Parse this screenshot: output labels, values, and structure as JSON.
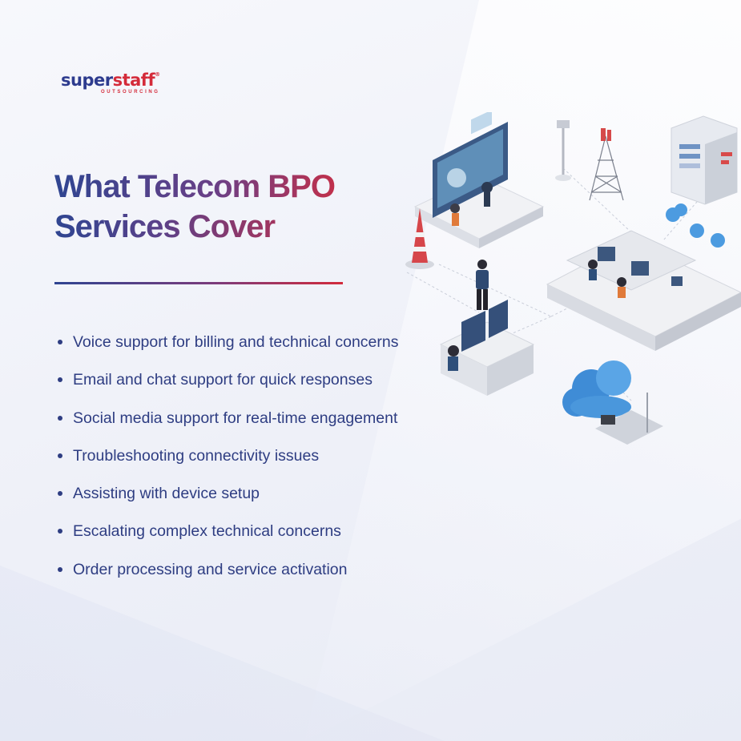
{
  "brand": {
    "logo_super": "super",
    "logo_staff": "staff",
    "logo_reg": "®",
    "logo_sub": "OUTSOURCING",
    "colors": {
      "navy": "#2d3b8e",
      "red": "#d42b3a",
      "text": "#2e3d82"
    }
  },
  "headline": {
    "line1": "What Telecom BPO",
    "line2": "Services Cover"
  },
  "services": [
    "Voice support for billing and technical concerns",
    "Email and chat support for quick responses",
    "Social media support for real-time engagement",
    "Troubleshooting connectivity issues",
    "Assisting with device setup",
    "Escalating complex technical concerns",
    "Order processing and service activation"
  ],
  "illustration": {
    "subject": "isometric telecom operations center",
    "icons": [
      "monitor-icon",
      "antenna-tower-icon",
      "server-icon",
      "cloud-icon",
      "agent-workstation-icon",
      "cone-icon"
    ]
  }
}
